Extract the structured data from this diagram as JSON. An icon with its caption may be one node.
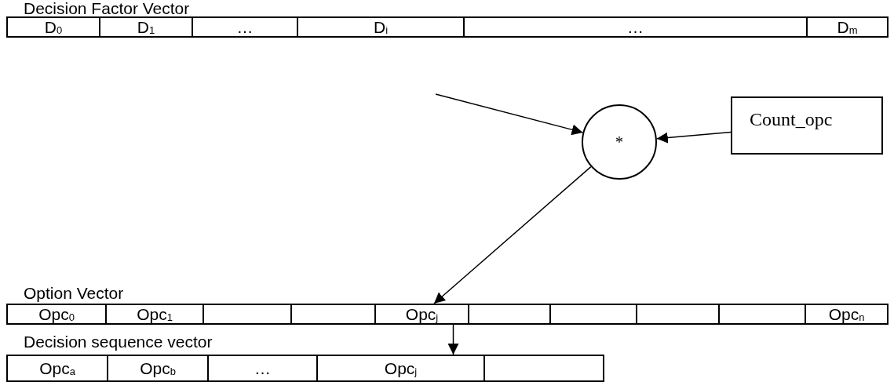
{
  "diagram": {
    "nodes": [
      {
        "text": [
          "Decision Factor Vector"
        ]
      },
      {
        "text": [
          "D$_{0}$"
        ],
        "in": 0
      },
      {
        "text": [
          "D$_{1}$"
        ],
        "in": 0
      },
      {
        "text": [
          "…"
        ],
        "in": 0
      },
      {
        "text": [
          "D$_{i}$"
        ],
        "in": 0
      },
      {
        "text": [
          "…"
        ],
        "in": 0
      },
      {
        "text": [
          "D$_{m}$"
        ],
        "in": 0
      },
      {
        "text": [
          "*"
        ]
      },
      {
        "text": [
          "Count_opc"
        ]
      },
      {
        "text": [
          "Option Vector"
        ]
      },
      {
        "text": [
          "Opc$_{0}$"
        ],
        "in": 9
      },
      {
        "text": [
          "Opc$_{1}$"
        ],
        "in": 9
      },
      {
        "text": [],
        "shape": "box",
        "in": 9
      },
      {
        "text": [],
        "shape": "box",
        "in": 9
      },
      {
        "text": [
          "Opc$_{j}$"
        ],
        "in": 9
      },
      {
        "text": [],
        "shape": "box",
        "in": 9
      },
      {
        "text": [],
        "shape": "box",
        "in": 9
      },
      {
        "text": [],
        "shape": "box",
        "in": 9
      },
      {
        "text": [],
        "shape": "box",
        "in": 9
      },
      {
        "text": [
          "Opc$_{n}$"
        ],
        "in": 9
      },
      {
        "text": [
          "Decision sequence vector"
        ]
      },
      {
        "text": [
          "Opc$_{a}$"
        ],
        "in": 20
      },
      {
        "text": [
          "Opc$_{b}$"
        ],
        "in": 20
      },
      {
        "text": [
          "…"
        ],
        "in": 20
      },
      {
        "text": [
          "Opc$_{j}$"
        ],
        "in": 20
      },
      {
        "text": [],
        "shape": "box",
        "in": 20
      }
    ],
    "edges": [
      {
        "from": null,
        "to": 7,
        "arrow": "to"
      },
      {
        "from": 8,
        "to": 7,
        "arrow": "to"
      },
      {
        "from": 7,
        "to": 14,
        "arrow": "to"
      },
      {
        "from": 14,
        "to": 24,
        "arrow": "to"
      }
    ]
  }
}
